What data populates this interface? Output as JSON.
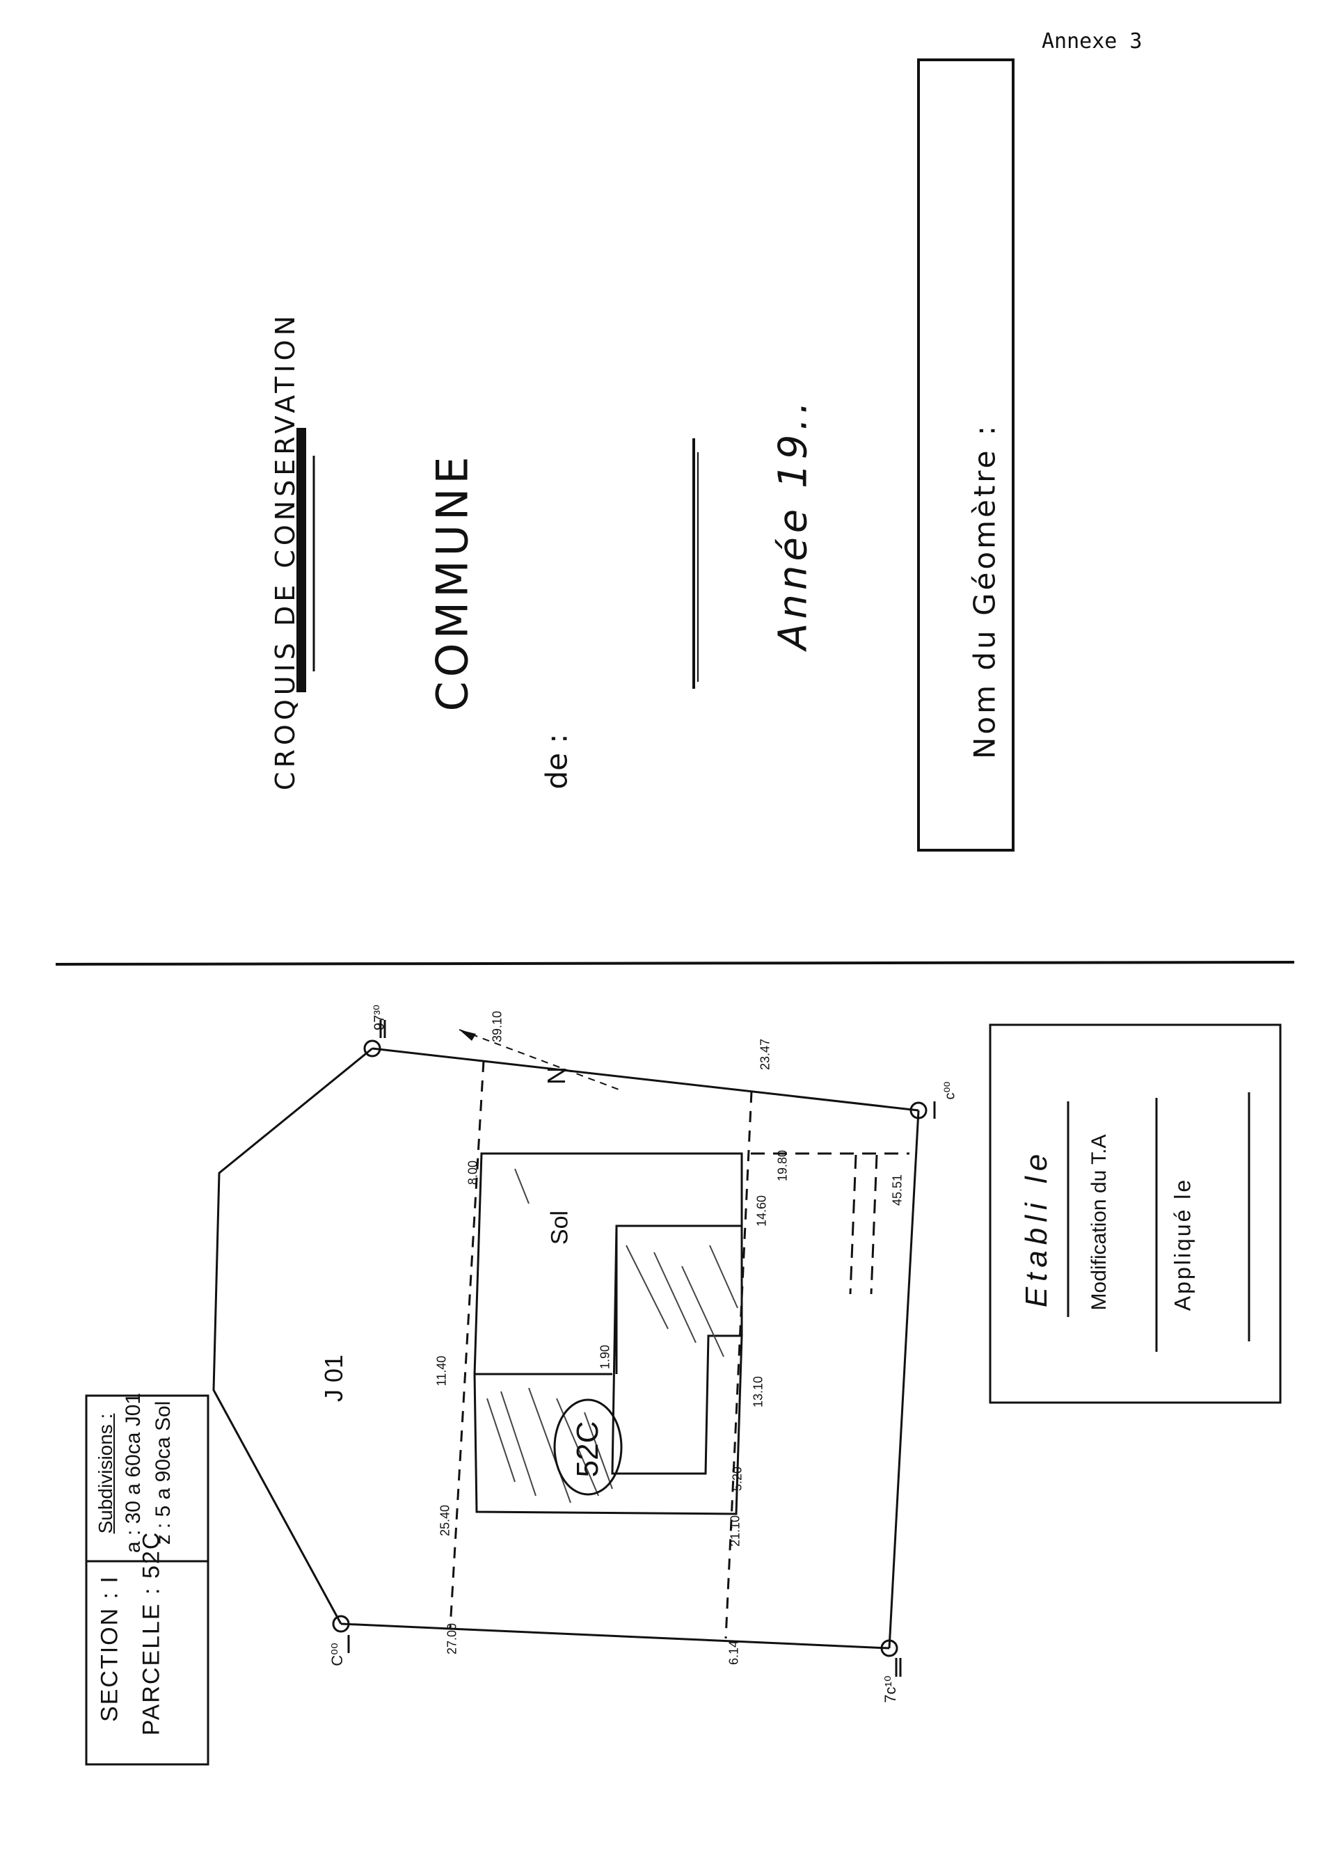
{
  "annexe": "Annexe 3",
  "header": {
    "title": "CROQUIS  DE  CONSERVATION",
    "commune": "COMMUNE",
    "de": "de :",
    "annee": "Année 19..",
    "geometre": "Nom  du  Géomètre :"
  },
  "section_box": {
    "section": "SECTION : I",
    "parcelle": "PARCELLE : 52C",
    "subdivisions_title": "Subdivisions :",
    "sub_a": "a :  30 a 60ca J01",
    "sub_z": "z :   5 a 90ca Sol"
  },
  "plan": {
    "parcel_label": "52C",
    "j01_label": "J 01",
    "sol_label": "Sol",
    "north_label": "N",
    "corner_tl": "97³⁰",
    "corner_tr": "c⁰⁰",
    "corner_bl": "C⁰⁰",
    "corner_br": "7c¹⁰",
    "measures": [
      "39.10",
      "23.47",
      "45.51",
      "14.60",
      "19.80",
      "11.40",
      "13.10",
      "25.40",
      "21.10",
      "27.00",
      "6.14",
      "5.20",
      "8.00",
      "1.90"
    ]
  },
  "stamp_box": {
    "etabli": "Etabli  le",
    "modification": "Modification du T.A",
    "applique": "Appliqué  le"
  }
}
